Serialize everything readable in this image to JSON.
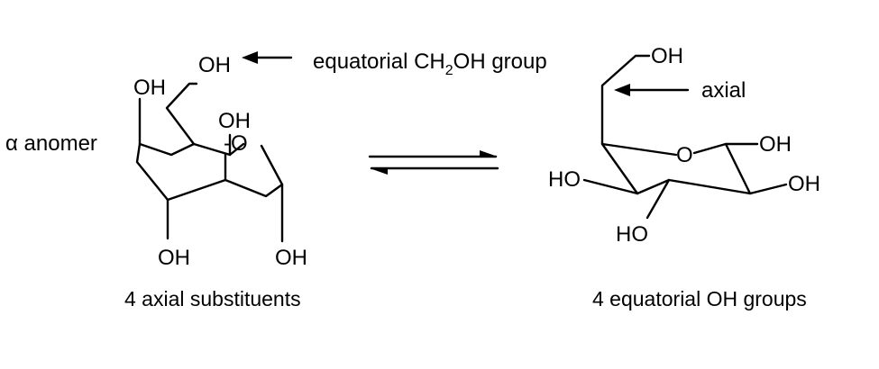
{
  "left": {
    "anomer_label": "α anomer",
    "annotation": {
      "prefix": "equatorial CH",
      "sub": "2",
      "suffix": "OH group"
    },
    "atoms": {
      "oh_top": "OH",
      "oh_c4": "OH",
      "oh_c3_axial": "OH",
      "ring_o": "-O",
      "oh_c2": "OH",
      "oh_c1": "OH"
    },
    "caption": "4 axial substituents"
  },
  "right": {
    "annotation": "axial",
    "atoms": {
      "oh_top": "OH",
      "ring_o": "O",
      "oh_c1": "OH",
      "oh_c2": "OH",
      "oh_c4": "HO",
      "oh_c3": "HO"
    },
    "caption": "4 equatorial OH groups"
  },
  "colors": {
    "ink": "#000000",
    "background": "#ffffff"
  }
}
